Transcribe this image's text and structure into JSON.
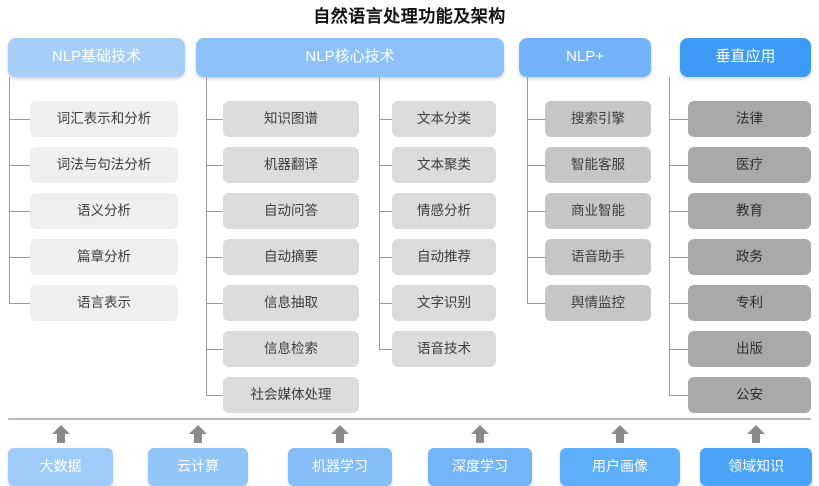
{
  "title": "自然语言处理功能及架构",
  "columns": [
    {
      "id": "nlp-basic",
      "header": "NLP基础技术",
      "header_color": "#a7cef6",
      "leaf_color": "#efefef",
      "groups": [
        {
          "items": [
            "词汇表示和分析",
            "词法与句法分析",
            "语义分析",
            "篇章分析",
            "语言表示"
          ]
        }
      ]
    },
    {
      "id": "nlp-core",
      "header": "NLP核心技术",
      "header_color": "#8cc2f7",
      "leaf_color": "#dcdcdc",
      "groups": [
        {
          "items": [
            "知识图谱",
            "机器翻译",
            "自动问答",
            "自动摘要",
            "信息抽取",
            "信息检索",
            "社会媒体处理"
          ]
        },
        {
          "items": [
            "文本分类",
            "文本聚类",
            "情感分析",
            "自动推荐",
            "文字识别",
            "语音技术"
          ]
        }
      ]
    },
    {
      "id": "nlp-plus",
      "header": "NLP+",
      "header_color": "#72b3f9",
      "leaf_color": "#c6c6c6",
      "groups": [
        {
          "items": [
            "搜索引擎",
            "智能客服",
            "商业智能",
            "语音助手",
            "舆情监控"
          ]
        }
      ]
    },
    {
      "id": "vertical-app",
      "header": "垂直应用",
      "header_color": "#3e9bf5",
      "leaf_color": "#a9a9a9",
      "groups": [
        {
          "items": [
            "法律",
            "医疗",
            "教育",
            "政务",
            "专利",
            "出版",
            "公安"
          ]
        }
      ]
    }
  ],
  "foundation": {
    "items": [
      {
        "label": "大数据",
        "color": "#9ecbf8"
      },
      {
        "label": "云计算",
        "color": "#92c5f8"
      },
      {
        "label": "机器学习",
        "color": "#84bdf8"
      },
      {
        "label": "深度学习",
        "color": "#74b4f9"
      },
      {
        "label": "用户画像",
        "color": "#5faef9"
      },
      {
        "label": "领域知识",
        "color": "#4aa3f7"
      }
    ],
    "arrow_icon": "arrow-up-icon",
    "arrow_color": "#8a8a8a"
  },
  "divider": {
    "color": "#b9b9b9"
  }
}
